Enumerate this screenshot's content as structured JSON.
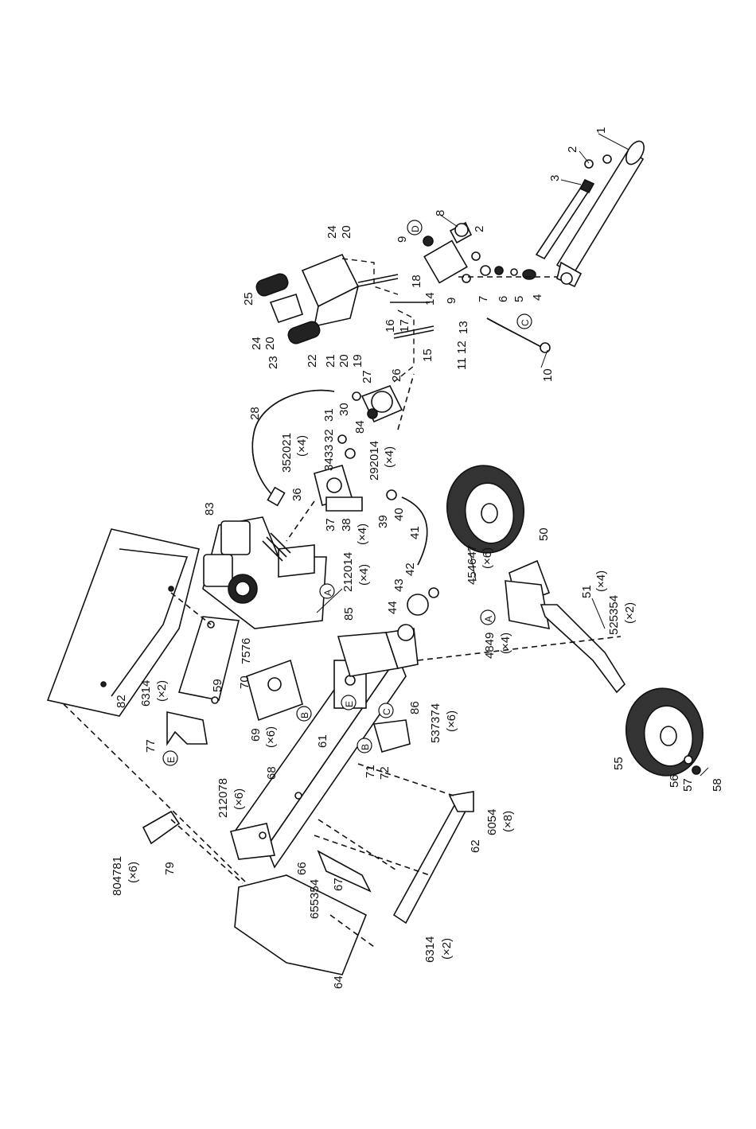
{
  "diagram": {
    "labels": [
      {
        "id": "1",
        "text": "1"
      },
      {
        "id": "2a",
        "text": "2"
      },
      {
        "id": "3",
        "text": "3"
      },
      {
        "id": "8",
        "text": "8"
      },
      {
        "id": "9a",
        "text": "9"
      },
      {
        "id": "D1",
        "text": "D"
      },
      {
        "id": "2b",
        "text": "2"
      },
      {
        "id": "7",
        "text": "7"
      },
      {
        "id": "6",
        "text": "6"
      },
      {
        "id": "5",
        "text": "5"
      },
      {
        "id": "4",
        "text": "4"
      },
      {
        "id": "9b",
        "text": "9"
      },
      {
        "id": "C1",
        "text": "C"
      },
      {
        "id": "10",
        "text": "10"
      },
      {
        "id": "24a",
        "text": "24"
      },
      {
        "id": "20a",
        "text": "20"
      },
      {
        "id": "25",
        "text": "25"
      },
      {
        "id": "24b",
        "text": "24"
      },
      {
        "id": "20b",
        "text": "20"
      },
      {
        "id": "23",
        "text": "23"
      },
      {
        "id": "22",
        "text": "22"
      },
      {
        "id": "21",
        "text": "21"
      },
      {
        "id": "20c",
        "text": "20"
      },
      {
        "id": "19",
        "text": "19"
      },
      {
        "id": "27",
        "text": "27"
      },
      {
        "id": "18",
        "text": "18"
      },
      {
        "id": "14",
        "text": "14"
      },
      {
        "id": "16",
        "text": "16"
      },
      {
        "id": "17",
        "text": "17"
      },
      {
        "id": "15",
        "text": "15"
      },
      {
        "id": "13",
        "text": "13"
      },
      {
        "id": "11",
        "text": "11"
      },
      {
        "id": "12",
        "text": "12"
      },
      {
        "id": "26",
        "text": "26"
      },
      {
        "id": "28",
        "text": "28"
      },
      {
        "id": "31",
        "text": "31"
      },
      {
        "id": "30",
        "text": "30"
      },
      {
        "id": "84",
        "text": "84"
      },
      {
        "id": "352021",
        "text": "352021"
      },
      {
        "id": "x4a",
        "text": "(×4)"
      },
      {
        "id": "32",
        "text": "32"
      },
      {
        "id": "3433",
        "text": "3433"
      },
      {
        "id": "292014",
        "text": "292014"
      },
      {
        "id": "x4b",
        "text": "(×4)"
      },
      {
        "id": "36",
        "text": "36"
      },
      {
        "id": "37",
        "text": "37"
      },
      {
        "id": "38",
        "text": "38"
      },
      {
        "id": "x4c",
        "text": "(×4)"
      },
      {
        "id": "39",
        "text": "39"
      },
      {
        "id": "40",
        "text": "40"
      },
      {
        "id": "41",
        "text": "41"
      },
      {
        "id": "83",
        "text": "83"
      },
      {
        "id": "A1",
        "text": "A"
      },
      {
        "id": "212014",
        "text": "212014"
      },
      {
        "id": "x4d",
        "text": "(×4)"
      },
      {
        "id": "454647",
        "text": "454647"
      },
      {
        "id": "x6a",
        "text": "(×6)"
      },
      {
        "id": "42",
        "text": "42"
      },
      {
        "id": "43",
        "text": "43"
      },
      {
        "id": "44",
        "text": "44"
      },
      {
        "id": "50",
        "text": "50"
      },
      {
        "id": "51",
        "text": "51"
      },
      {
        "id": "x4e",
        "text": "(×4)"
      },
      {
        "id": "525354",
        "text": "525354"
      },
      {
        "id": "x2a",
        "text": "(×2)"
      },
      {
        "id": "A2",
        "text": "A"
      },
      {
        "id": "4849",
        "text": "4849"
      },
      {
        "id": "x4f",
        "text": "(×4)"
      },
      {
        "id": "85",
        "text": "85"
      },
      {
        "id": "7576",
        "text": "7576"
      },
      {
        "id": "70",
        "text": "70"
      },
      {
        "id": "B1",
        "text": "B"
      },
      {
        "id": "69",
        "text": "69"
      },
      {
        "id": "x6b",
        "text": "(×6)"
      },
      {
        "id": "E1",
        "text": "E"
      },
      {
        "id": "C2",
        "text": "C"
      },
      {
        "id": "61",
        "text": "61"
      },
      {
        "id": "86",
        "text": "86"
      },
      {
        "id": "537374",
        "text": "537374"
      },
      {
        "id": "x6c",
        "text": "(×6)"
      },
      {
        "id": "B2",
        "text": "B"
      },
      {
        "id": "71",
        "text": "71"
      },
      {
        "id": "72",
        "text": "72"
      },
      {
        "id": "59",
        "text": "59"
      },
      {
        "id": "6314a",
        "text": "6314"
      },
      {
        "id": "x2b",
        "text": "(×2)"
      },
      {
        "id": "82",
        "text": "82"
      },
      {
        "id": "77",
        "text": "77"
      },
      {
        "id": "E2",
        "text": "E"
      },
      {
        "id": "212078",
        "text": "212078"
      },
      {
        "id": "x6d",
        "text": "(×6)"
      },
      {
        "id": "68",
        "text": "68"
      },
      {
        "id": "55",
        "text": "55"
      },
      {
        "id": "56",
        "text": "56"
      },
      {
        "id": "57",
        "text": "57"
      },
      {
        "id": "58",
        "text": "58"
      },
      {
        "id": "62",
        "text": "62"
      },
      {
        "id": "6054",
        "text": "6054"
      },
      {
        "id": "x8",
        "text": "(×8)"
      },
      {
        "id": "804781",
        "text": "804781"
      },
      {
        "id": "x6e",
        "text": "(×6)"
      },
      {
        "id": "79",
        "text": "79"
      },
      {
        "id": "66",
        "text": "66"
      },
      {
        "id": "67",
        "text": "67"
      },
      {
        "id": "655354",
        "text": "655354"
      },
      {
        "id": "64",
        "text": "64"
      },
      {
        "id": "6314b",
        "text": "6314"
      },
      {
        "id": "x2c",
        "text": "(×2)"
      }
    ]
  }
}
